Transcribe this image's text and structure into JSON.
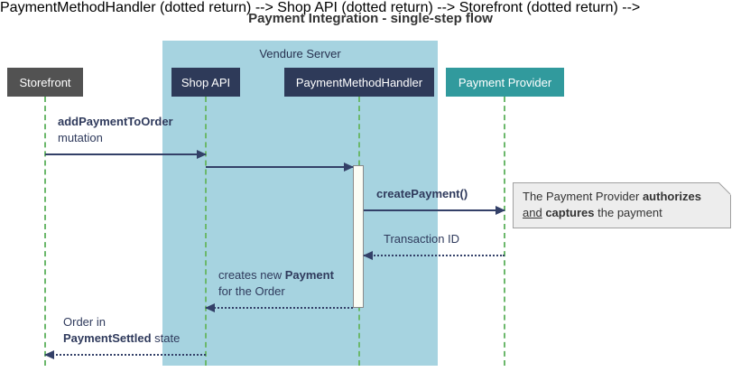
{
  "title": "Payment Integration - single-step flow",
  "frame": {
    "label": "Vendure Server"
  },
  "participants": {
    "storefront": "Storefront",
    "shop_api": "Shop API",
    "handler": "PaymentMethodHandler",
    "provider": "Payment Provider"
  },
  "messages": {
    "add_payment_bold": "addPaymentToOrder",
    "add_payment_rest": "mutation",
    "create_payment": "createPayment()",
    "transaction_id": "Transaction ID",
    "creates_new_pre": "creates new ",
    "creates_new_bold": "Payment",
    "creates_new_line2": "for the Order",
    "order_in_line1": "Order in",
    "order_in_bold": "PaymentSettled",
    "order_in_rest": " state"
  },
  "note": {
    "line1_pre": "The Payment Provider ",
    "line1_bold": "authorizes",
    "line2_underline": "and",
    "line2_bold": "captures",
    "line2_rest": " the payment"
  },
  "colors": {
    "frame_bg": "#a6d3e0",
    "storefront_bg": "#525252",
    "server_box_bg": "#2e3a59",
    "provider_bg": "#319a9d",
    "arrow": "#334068",
    "lifeline": "#6cb86c",
    "note_bg": "#ededed",
    "note_border": "#a0a0a0",
    "text": "#333333"
  }
}
